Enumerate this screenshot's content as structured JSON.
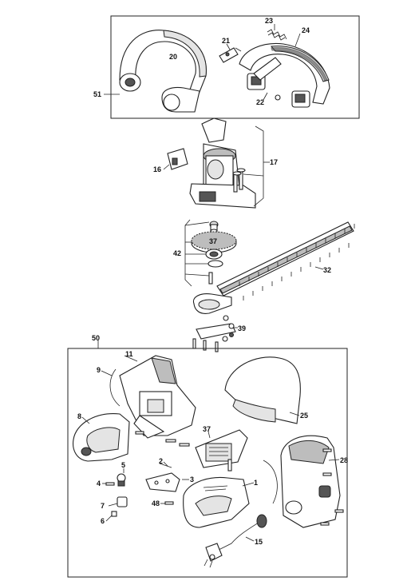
{
  "labels": {
    "l51": "51",
    "l20": "20",
    "l21": "21",
    "l23": "23",
    "l24": "24",
    "l22": "22",
    "l16": "16",
    "l17": "17",
    "l42": "42",
    "l32": "32",
    "l39": "39",
    "l50": "50",
    "l11": "11",
    "l9": "9",
    "l8": "8",
    "l25": "25",
    "l37": "37",
    "l28": "28",
    "l5": "5",
    "l4": "4",
    "l2": "2",
    "l3": "3",
    "l1": "1",
    "l7": "7",
    "l48": "48",
    "l6": "6",
    "l15": "15"
  }
}
